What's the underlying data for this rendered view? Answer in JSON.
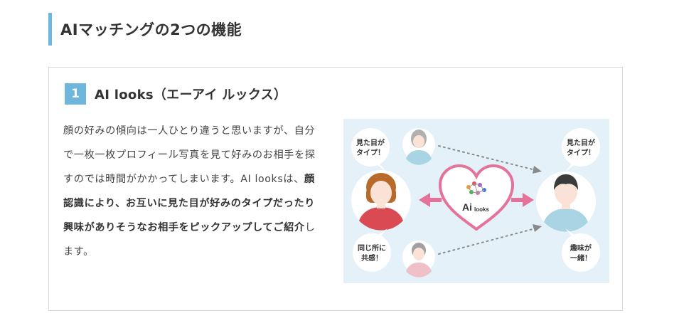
{
  "section": {
    "title": "AIマッチングの2つの機能"
  },
  "feature": {
    "number": "1",
    "title": "AI looks（エーアイ ルックス）",
    "text_1": "顔の好みの傾向は一人ひとり違うと思いますが、自分で一枚一枚プロフィール写真を見て好みのお相手を探すのでは時間がかかってしまいます。AI looksは、",
    "text_bold": "顔認識により、お互いに見た目が好みのタイプだったり興味がありそうなお相手をピックアップしてご紹介",
    "text_2": "します。"
  },
  "illustration": {
    "bubble_top_left_1": "見た目が",
    "bubble_top_left_2": "タイプ！",
    "bubble_top_right_1": "見た目が",
    "bubble_top_right_2": "タイプ！",
    "bubble_bottom_left_1": "同じ所に",
    "bubble_bottom_left_2": "共感！",
    "bubble_bottom_right_1": "趣味が",
    "bubble_bottom_right_2": "一緒！",
    "logo_main": "Ai",
    "logo_sub": "looks"
  },
  "colors": {
    "accent": "#6fb6dc",
    "heart": "#e4739b",
    "panel_bg": "#e4f1f9"
  }
}
